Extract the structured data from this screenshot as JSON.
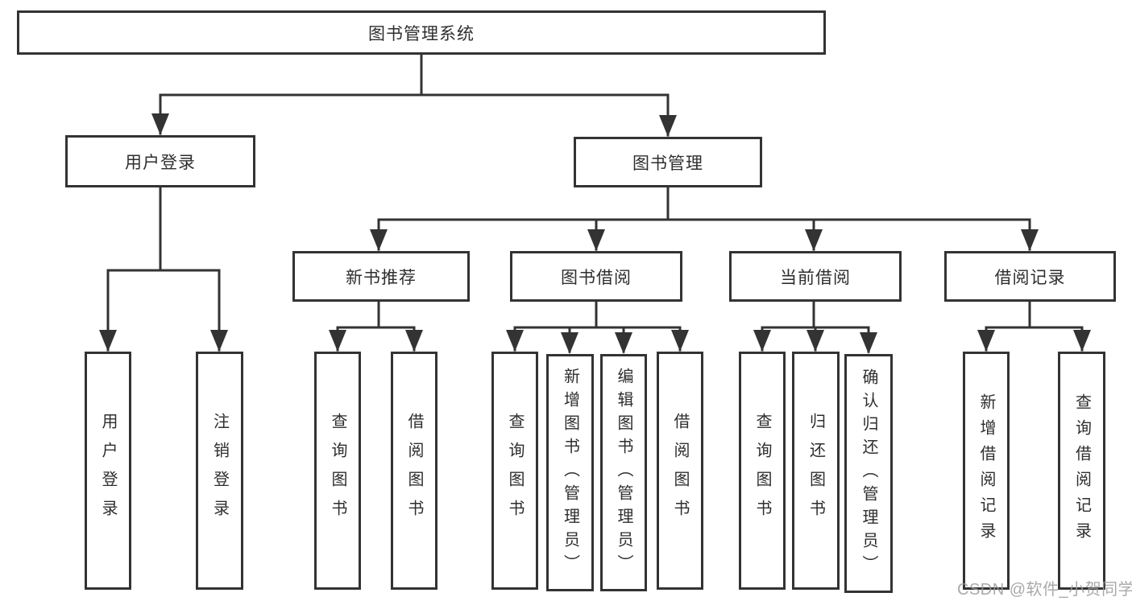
{
  "diagram": {
    "title": "图书管理系统",
    "branches": [
      {
        "label": "用户登录",
        "children": [
          {
            "label": "用户登录"
          },
          {
            "label": "注销登录"
          }
        ]
      },
      {
        "label": "图书管理",
        "children": [
          {
            "label": "新书推荐",
            "children": [
              {
                "label": "查询图书"
              },
              {
                "label": "借阅图书"
              }
            ]
          },
          {
            "label": "图书借阅",
            "children": [
              {
                "label": "查询图书"
              },
              {
                "label": "新增图书（管理员）"
              },
              {
                "label": "编辑图书（管理员）"
              },
              {
                "label": "借阅图书"
              }
            ]
          },
          {
            "label": "当前借阅",
            "children": [
              {
                "label": "查询图书"
              },
              {
                "label": "归还图书"
              },
              {
                "label": "确认归还（管理员）"
              }
            ]
          },
          {
            "label": "借阅记录",
            "children": [
              {
                "label": "新增借阅记录"
              },
              {
                "label": "查询借阅记录"
              }
            ]
          }
        ]
      }
    ]
  },
  "watermark": {
    "text": "CSDN @软件_小贺同学"
  },
  "colors": {
    "line": "#333333",
    "text": "#2e2e2e",
    "box_fill": "#ffffff",
    "watermark": "#9b9b9b",
    "background": "#ffffff"
  }
}
